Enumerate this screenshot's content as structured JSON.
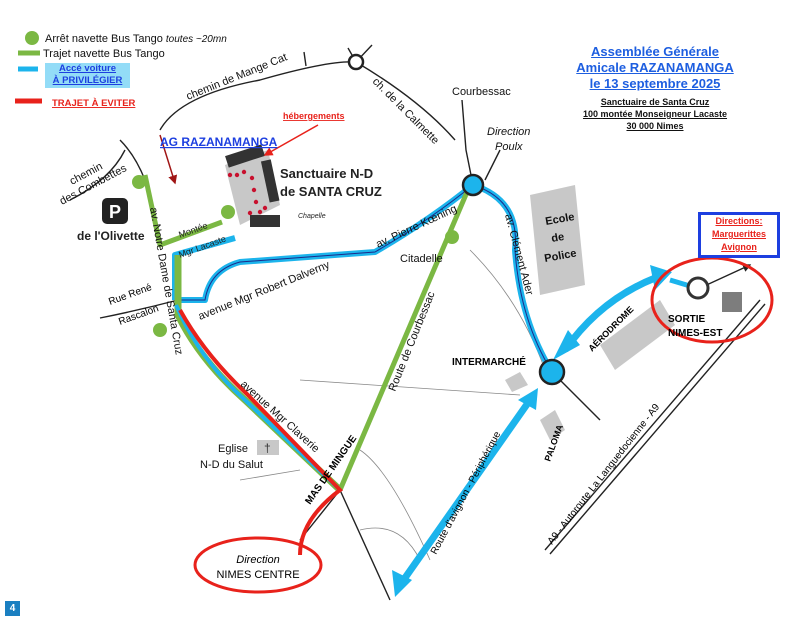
{
  "legend": {
    "bus_stop": "Arrêt navette Bus Tango",
    "bus_stop_freq": "toutes ~20mn",
    "bus_route": "Trajet navette Bus Tango",
    "car_access_line1": "Accé voiture",
    "car_access_line2": "À PRIVILÉGIER",
    "avoid": "TRAJET À EVITER"
  },
  "title": {
    "line1": "Assemblée Générale",
    "line2": "Amicale RAZANAMANGA",
    "line3": "le 13 septembre 2025",
    "addr1": "Sanctuaire de Santa Cruz",
    "addr2": "100 montée Monseigneur Lacaste",
    "addr3": "30 000 Nimes"
  },
  "labels": {
    "ag": "AG RAZANAMANGA",
    "hebergements": "hébergements",
    "sanctuaire1": "Sanctuaire N-D",
    "sanctuaire2": "de SANTA CRUZ",
    "chapelle": "Chapelle",
    "parking": "P",
    "olivette": "de l'Olivette",
    "mange_cat": "chemin de Mange Cat",
    "calmette": "ch. de la Calmette",
    "courbessac": "Courbessac",
    "direction_poulx1": "Direction",
    "direction_poulx2": "Poulx",
    "combettes1": "chemin",
    "combettes2": "des Combettes",
    "notre_dame": "av. Notre Dame de Santa Cruz",
    "montee": "Montée",
    "lacaste": "Mgr Lacaste",
    "koening": "av. Pierre Kœning",
    "dalverny": "avenue Mgr Robert Dalverny",
    "citadelle": "Citadelle",
    "rue_rene1": "Rue René",
    "rue_rene2": "Rascalon",
    "route_courbessac": "Route de Courbessac",
    "clement_ader": "av. Clément Ader",
    "ecole1": "Ecole",
    "ecole2": "de",
    "ecole3": "Police",
    "claverie": "avenue Mgr Claverie",
    "eglise1": "Eglise",
    "eglise2": "N-D du Salut",
    "mas_de_mingue": "MAS DE MINGUE",
    "intermarche": "INTERMARCHÉ",
    "paloma": "PALOMA",
    "aerodrome": "AÉRODROME",
    "peripherique": "Route d'avignon - Périphérique",
    "autoroute": "A9 - Autoroute La Languedocienne - A9",
    "sortie1": "SORTIE",
    "sortie2": "NIMES-EST",
    "directions1": "Directions:",
    "directions2": "Marguerittes",
    "directions3": "Avignon",
    "nimes_centre1": "Direction",
    "nimes_centre2": "NIMES CENTRE"
  },
  "page_number": "4",
  "colors": {
    "green": "#7bb843",
    "blue": "#1cb4ec",
    "red": "#e8221b",
    "navy": "#1d3fe0"
  }
}
